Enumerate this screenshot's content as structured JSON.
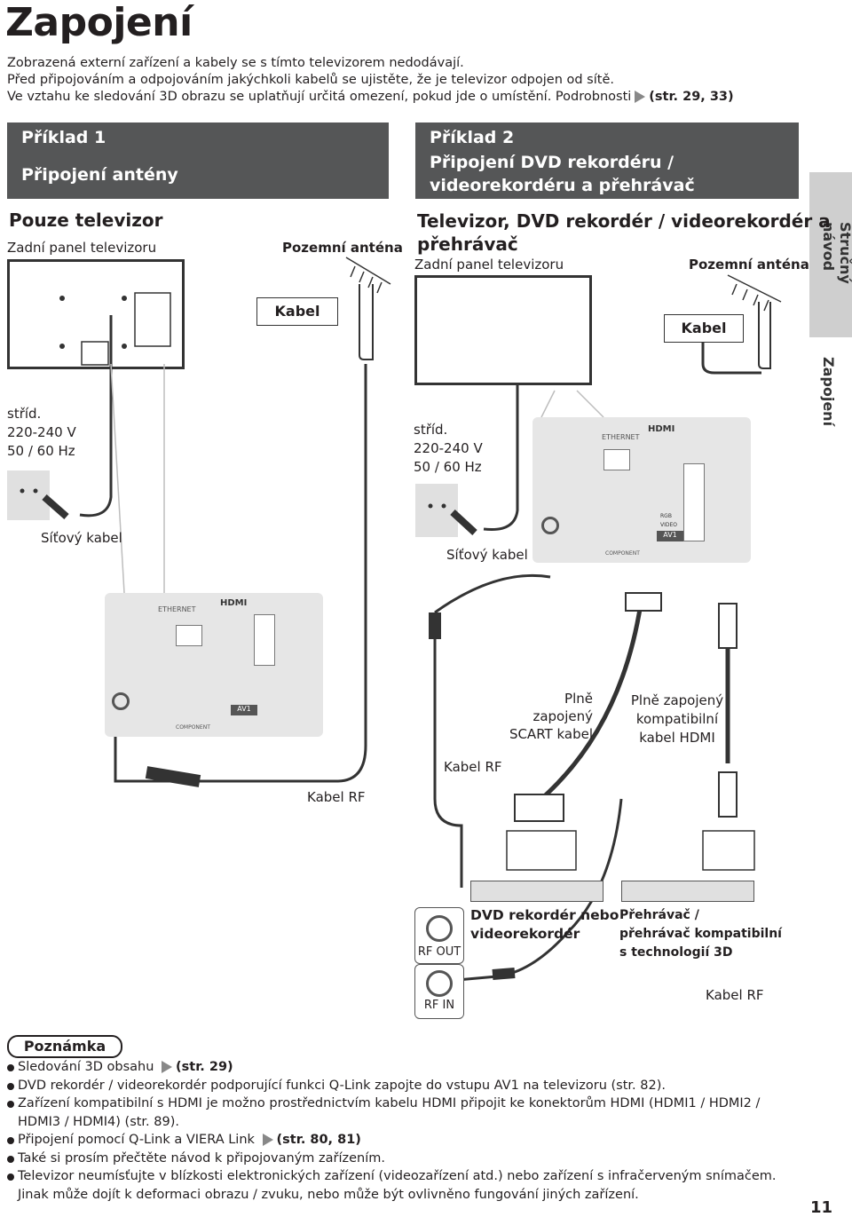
{
  "title": "Zapojení",
  "intro": {
    "line1": "Zobrazená externí zařízení a kabely se s tímto televizorem nedodávají.",
    "line2": "Před připojováním a odpojováním jakýchkoli kabelů se ujistěte, že je televizor odpojen od sítě.",
    "line3": "Ve vztahu ke sledování 3D obrazu se uplatňují určitá omezení, pokud jde o umístění. Podrobnosti",
    "line3_ref": "(str. 29, 33)"
  },
  "example1": {
    "header1": "Příklad 1",
    "header2": "Připojení antény",
    "subtitle": "Pouze televizor",
    "rear_panel": "Zadní panel televizoru",
    "antenna": "Pozemní anténa",
    "cable": "Kabel",
    "power1": "stříd.",
    "power2": "220-240 V",
    "power3": "50 / 60 Hz",
    "mains_cable": "Síťový kabel",
    "rf_cable": "Kabel RF"
  },
  "example2": {
    "header1": "Příklad 2",
    "header2": "Připojení DVD rekordéru /",
    "header3": "videorekordéru a přehrávač",
    "subtitle1": "Televizor, DVD rekordér / videorekordér a",
    "subtitle2": "přehrávač",
    "rear_panel": "Zadní panel televizoru",
    "antenna": "Pozemní anténa",
    "cable": "Kabel",
    "power1": "stříd.",
    "power2": "220-240 V",
    "power3": "50 / 60 Hz",
    "mains_cable": "Síťový kabel",
    "scart1": "Plně zapojený",
    "scart2": "SCART kabel",
    "hdmi1": "Plně zapojený",
    "hdmi2": "kompatibilní",
    "hdmi3": "kabel HDMI",
    "rf_cable_mid": "Kabel RF",
    "rf_cable_bottom": "Kabel RF",
    "dvd1": "DVD rekordér nebo",
    "dvd2": "videorekordér",
    "player1": "Přehrávač /",
    "player2": "přehrávač kompatibilní",
    "player3": "s technologií 3D",
    "rf_out": "RF OUT",
    "rf_in": "RF IN"
  },
  "panel_labels": {
    "ethernet": "ETHERNET",
    "hdmi": "HDMI",
    "av1": "AV1",
    "component": "COMPONENT",
    "rgb": "RGB",
    "video": "VIDEO"
  },
  "sidebar": {
    "tab1": "Stručný návod",
    "tab2": "Zapojení"
  },
  "notes": {
    "label": "Poznámka",
    "items": [
      {
        "text": "Sledování 3D obsahu",
        "ref": "(str. 29)"
      },
      {
        "text": "DVD rekordér / videorekordér podporující funkci Q-Link zapojte do vstupu AV1 na televizoru (str. 82).",
        "ref": ""
      },
      {
        "text": "Zařízení kompatibilní s HDMI je možno prostřednictvím kabelu HDMI připojit ke konektorům HDMI (HDMI1 / HDMI2 / HDMI3 / HDMI4) (str. 89).",
        "ref": ""
      },
      {
        "text": "Připojení pomocí Q-Link a VIERA Link",
        "ref": "(str. 80, 81)"
      },
      {
        "text": "Také si prosím přečtěte návod k připojovaným zařízením.",
        "ref": ""
      },
      {
        "text": "Televizor neumísťujte v blízkosti elektronických zařízení (videozařízení atd.) nebo zařízení s infračerveným snímačem. Jinak může dojít k deformaci obrazu / zvuku, nebo může být ovlivněno fungování jiných zařízení.",
        "ref": ""
      }
    ]
  },
  "page_number": "11"
}
